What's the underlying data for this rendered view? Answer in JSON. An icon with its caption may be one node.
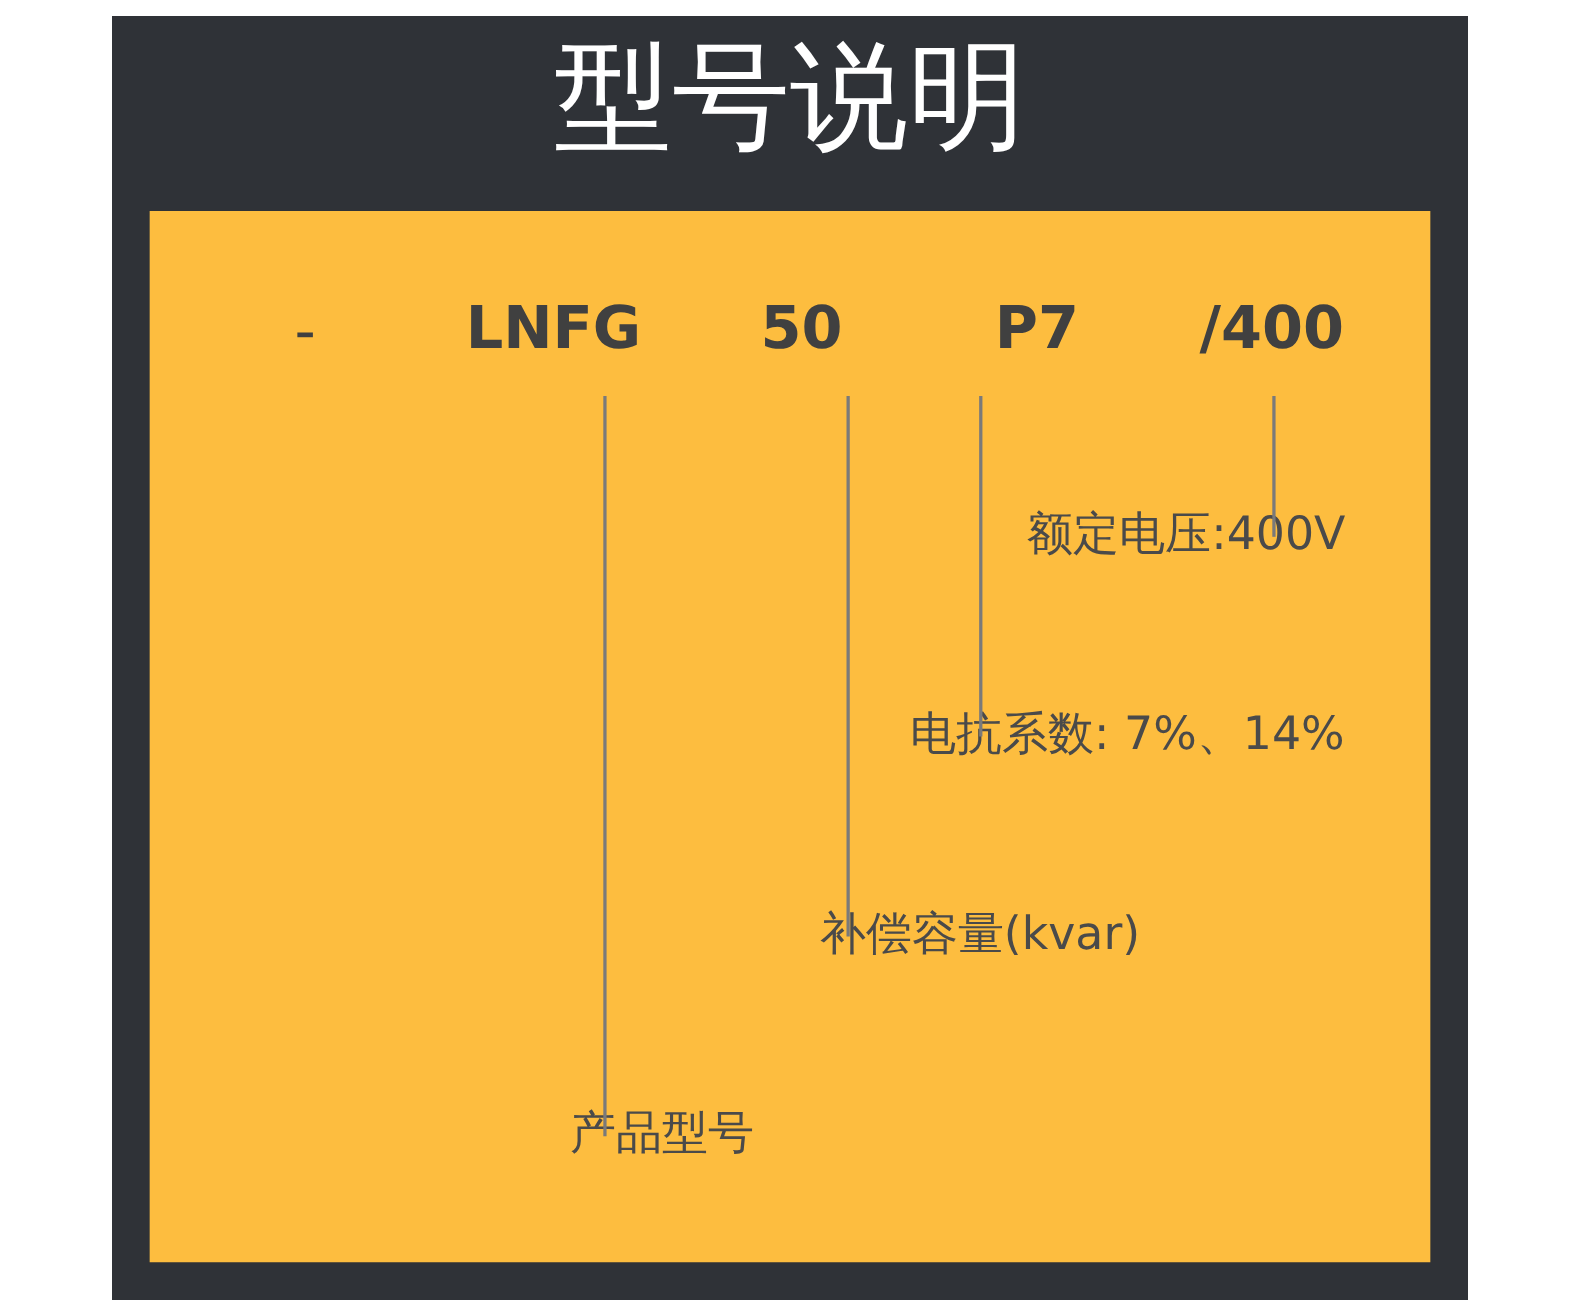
{
  "diagram": {
    "title": "型号说明",
    "nodes": [
      {
        "text": [],
        "shape": "box"
      },
      {
        "text": [
          "LNFG"
        ],
        "in": 0
      },
      {
        "text": [
          "50"
        ],
        "in": 0
      },
      {
        "text": [
          "P7"
        ],
        "in": 0
      },
      {
        "text": [
          "/400"
        ],
        "in": 0
      },
      {
        "text": [
          "额定电压:400V"
        ],
        "in": 0
      },
      {
        "text": [
          "电抗系数: 7%、14%"
        ],
        "in": 0
      },
      {
        "text": [
          "补偿容量(kvar)"
        ],
        "in": 0
      },
      {
        "text": [
          "产品型号"
        ],
        "in": 0
      }
    ],
    "edges": [
      {
        "from": 4,
        "to": 5,
        "arrow": "none"
      },
      {
        "from": 3,
        "to": 6,
        "arrow": "none"
      },
      {
        "from": 2,
        "to": 7,
        "arrow": "none"
      },
      {
        "from": 1,
        "to": 8,
        "arrow": "none"
      }
    ],
    "labels": [
      "-"
    ]
  }
}
